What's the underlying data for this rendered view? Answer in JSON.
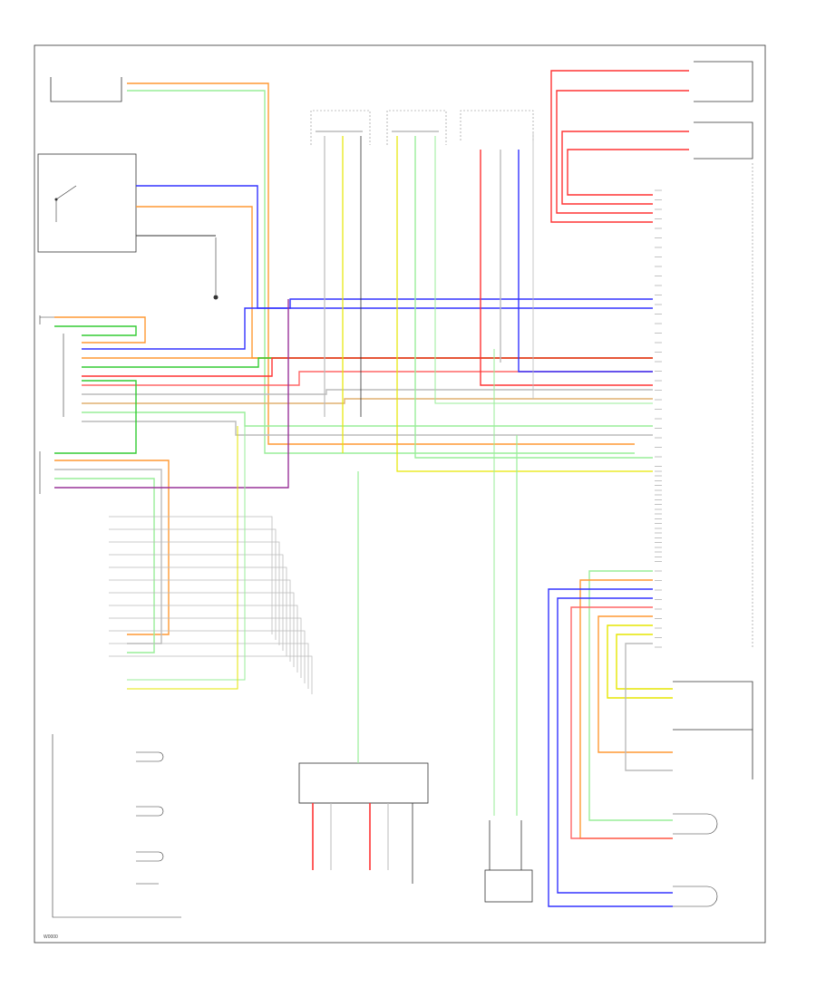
{
  "diagram": {
    "footer_code": "W0000",
    "connectors": [
      {
        "id": "c1",
        "label": ""
      },
      {
        "id": "c2",
        "label": ""
      },
      {
        "id": "c3",
        "label": ""
      }
    ],
    "colors": {
      "orange": "#ff9933",
      "green": "#33cc33",
      "lightgreen": "#99ee99",
      "blue": "#3333ff",
      "red": "#ff3333",
      "pink": "#ff6666",
      "purple": "#993399",
      "yellow": "#e6e600",
      "grey": "#bbbbbb",
      "tan": "#e0b070",
      "black": "#333333"
    }
  }
}
